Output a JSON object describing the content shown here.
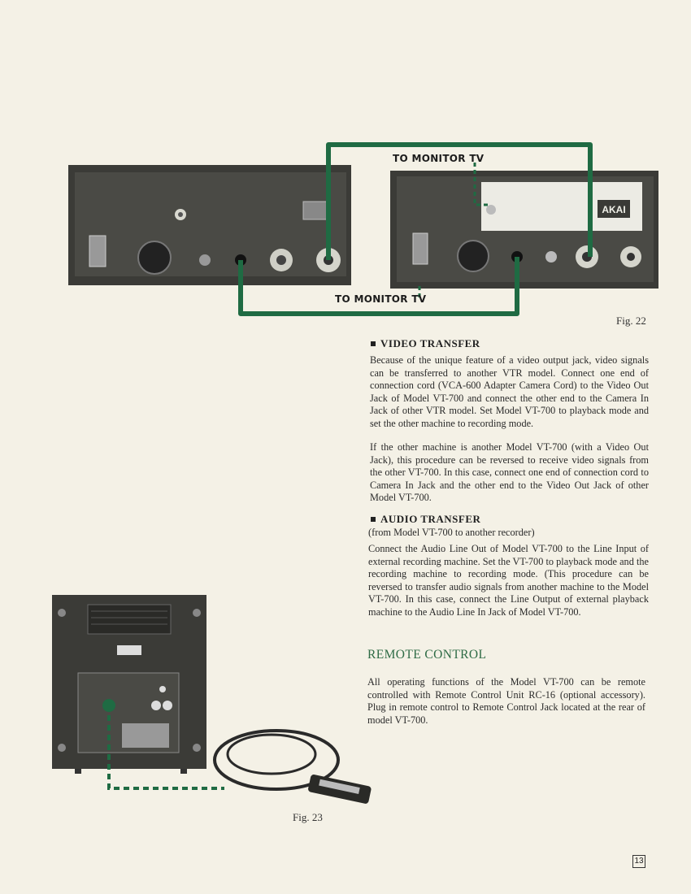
{
  "callouts": {
    "top": "TO MONITOR TV",
    "bottom": "TO MONITOR TV"
  },
  "figures": {
    "fig22": "Fig. 22",
    "fig23": "Fig. 23"
  },
  "brand": "AKAI",
  "video_transfer": {
    "title": "VIDEO TRANSFER",
    "paragraph1": "Because of the unique feature of a video output jack, video signals can be transferred to another VTR model. Connect one end of connection cord (VCA-600 Adapter Camera Cord) to the Video Out Jack of Model VT-700 and connect the other end to the Camera In Jack of other VTR model. Set Model VT-700 to playback mode and set the other machine to recording mode.",
    "paragraph2": "If the other machine is another Model VT-700 (with a Video Out Jack), this procedure can be reversed to receive video signals from the other VT-700. In this case, connect one end of connection cord to Camera In Jack and the other end to the Video Out Jack of other Model VT-700."
  },
  "audio_transfer": {
    "title": "AUDIO TRANSFER",
    "subtitle": "(from Model VT-700 to another recorder)",
    "paragraph": "Connect the Audio Line Out of Model VT-700 to the Line Input of external recording machine. Set the VT-700 to playback mode and the recording machine to recording mode. (This procedure can be reversed to transfer audio signals from another machine to the Model VT-700. In this case, connect the Line Output of external playback machine to the Audio Line In Jack of Model VT-700."
  },
  "remote_control": {
    "title": "REMOTE CONTROL",
    "paragraph": "All operating functions of the Model VT-700 can be remote controlled with Remote Control Unit RC-16 (optional accessory). Plug in remote control to Remote Control Jack located at the rear of model VT-700."
  },
  "page_number": "13",
  "colors": {
    "paper": "#f4f1e6",
    "cable_green": "#1f6b43",
    "heading_green": "#2e6b45",
    "panel_dark": "#3a3a36"
  }
}
